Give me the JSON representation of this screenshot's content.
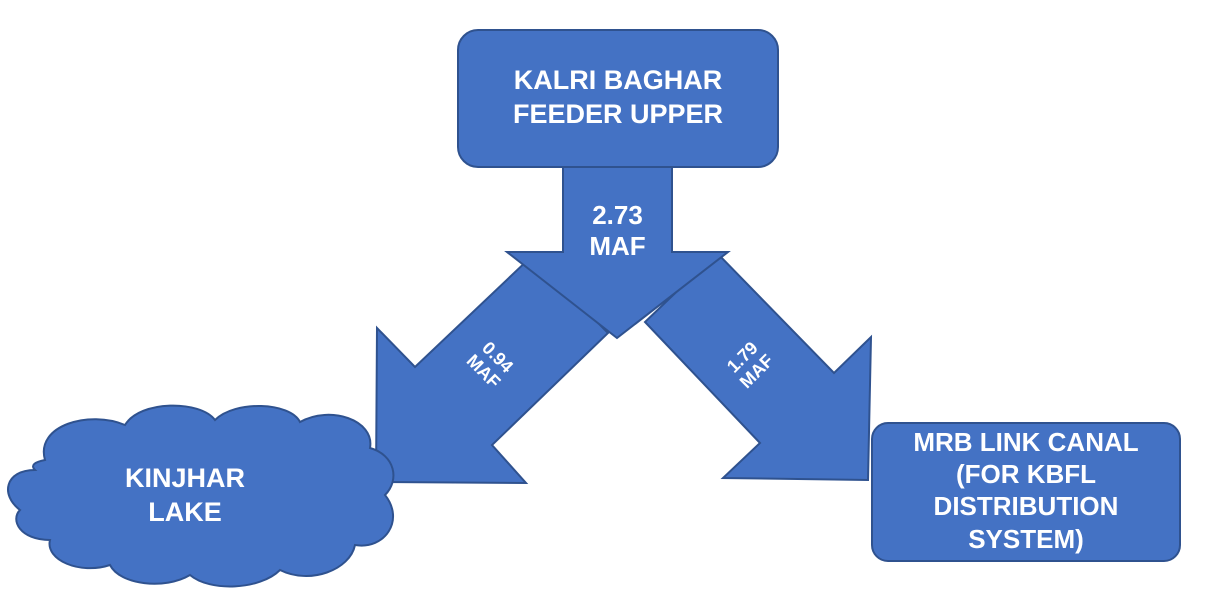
{
  "colors": {
    "fill": "#4472C4",
    "stroke": "#2F528F",
    "text": "#FFFFFF"
  },
  "nodes": {
    "source": {
      "line1": "KALRI BAGHAR",
      "line2": "FEEDER UPPER"
    },
    "lake": {
      "line1": "KINJHAR",
      "line2": "LAKE"
    },
    "canal": {
      "line1": "MRB LINK CANAL",
      "line2": "(FOR KBFL",
      "line3": "DISTRIBUTION",
      "line4": "SYSTEM)"
    }
  },
  "flows": {
    "total": {
      "value": "2.73",
      "unit": "MAF"
    },
    "to_lake": {
      "value": "0.94",
      "unit": "MAF"
    },
    "to_canal": {
      "value": "1.79",
      "unit": "MAF"
    }
  }
}
